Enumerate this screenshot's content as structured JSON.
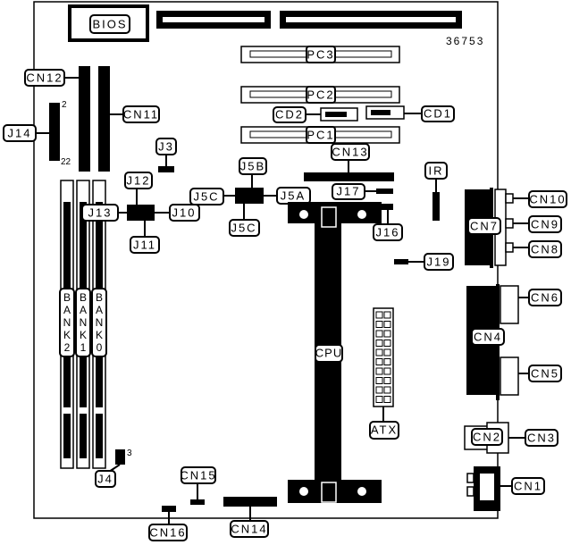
{
  "board_id": "36753",
  "pin_marks": {
    "j14_first": "2",
    "j14_last": "22",
    "j4_pin": "3"
  },
  "labels": {
    "bios": "BIOS",
    "pc3": "PC3",
    "pc2": "PC2",
    "pc1": "PC1",
    "cd1": "CD1",
    "cd2": "CD2",
    "cn11": "CN11",
    "cn12": "CN12",
    "cn13": "CN13",
    "j14": "J14",
    "j3": "J3",
    "j12": "J12",
    "j13": "J13",
    "j10": "J10",
    "j11": "J11",
    "j5b": "J5B",
    "j5c_left": "J5C",
    "j5c_bottom": "J5C",
    "j5a": "J5A",
    "j17": "J17",
    "j16": "J16",
    "ir": "IR",
    "j19": "J19",
    "cpu": "CPU",
    "atx": "ATX",
    "cn10": "CN10",
    "cn9": "CN9",
    "cn8": "CN8",
    "cn7": "CN7",
    "cn6": "CN6",
    "cn4": "CN4",
    "cn5": "CN5",
    "cn2": "CN2",
    "cn3": "CN3",
    "cn1": "CN1",
    "j4": "J4",
    "cn15": "CN15",
    "cn16": "CN16",
    "cn14": "CN14"
  },
  "banks": [
    {
      "letters": [
        "B",
        "A",
        "N",
        "K",
        "2"
      ]
    },
    {
      "letters": [
        "B",
        "A",
        "N",
        "K",
        "1"
      ]
    },
    {
      "letters": [
        "B",
        "A",
        "N",
        "K",
        "0"
      ]
    }
  ]
}
